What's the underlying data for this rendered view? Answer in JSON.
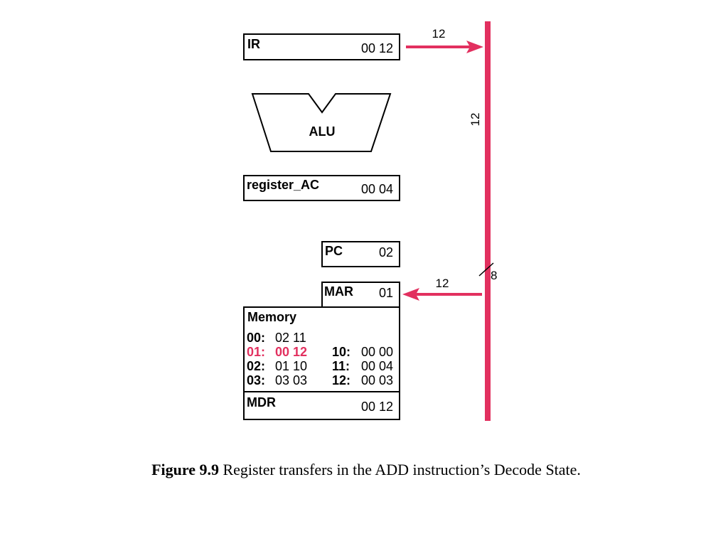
{
  "colors": {
    "bus": "#e2305f",
    "highlight": "#e2305f",
    "outline": "#000000"
  },
  "registers": {
    "ir": {
      "label": "IR",
      "value": "00 12"
    },
    "alu": {
      "label": "ALU"
    },
    "ac": {
      "label": "register_AC",
      "value": "00 04"
    },
    "pc": {
      "label": "PC",
      "value": "02"
    },
    "mar": {
      "label": "MAR",
      "value": "01"
    },
    "mdr": {
      "label": "MDR",
      "value": "00 12"
    }
  },
  "memory": {
    "title": "Memory",
    "left": [
      {
        "addr": "00:",
        "value": "02 11",
        "highlighted": false
      },
      {
        "addr": "01:",
        "value": "00 12",
        "highlighted": true
      },
      {
        "addr": "02:",
        "value": "01 10",
        "highlighted": false
      },
      {
        "addr": "03:",
        "value": "03 03",
        "highlighted": false
      }
    ],
    "right": [
      {
        "addr": "10:",
        "value": "00 00"
      },
      {
        "addr": "11:",
        "value": "00 04"
      },
      {
        "addr": "12:",
        "value": "00 03"
      }
    ]
  },
  "bus": {
    "width_label": "12",
    "ir_to_bus_label": "12",
    "bus_to_mar_label": "12",
    "mar_tap_label": "8"
  },
  "caption": {
    "figure": "Figure 9.9",
    "text": " Register transfers in the ADD instruction’s Decode State."
  }
}
